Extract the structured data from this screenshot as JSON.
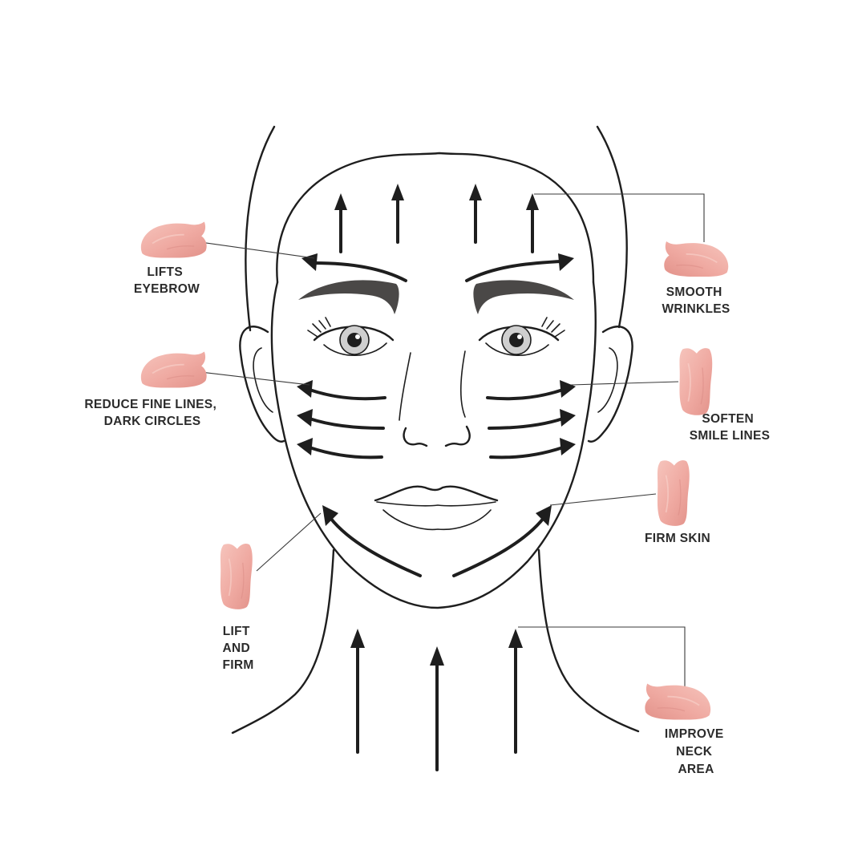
{
  "colors": {
    "stone": "#efa9a1",
    "stone_shadow": "#d98a83",
    "ink": "#1e1e1e",
    "brow": "#4a4847",
    "label": "#2b2b2b"
  },
  "labels": {
    "lifts_eyebrow": [
      "LIFTS",
      "EYEBROW"
    ],
    "smooth_wrinkles": [
      "SMOOTH",
      "WRINKLES"
    ],
    "reduce_fine_lines": [
      "REDUCE FINE LINES,",
      "DARK CIRCLES"
    ],
    "soften_smile_lines": [
      "SOFTEN",
      "SMILE LINES"
    ],
    "firm_skin": [
      "FIRM SKIN"
    ],
    "lift_and_firm": [
      "LIFT",
      "AND",
      "FIRM"
    ],
    "improve_neck_area": [
      "IMPROVE",
      "NECK",
      "AREA"
    ]
  },
  "icons": {
    "stone": "gua-sha-stone-icon",
    "arrow": "massage-direction-arrow"
  }
}
